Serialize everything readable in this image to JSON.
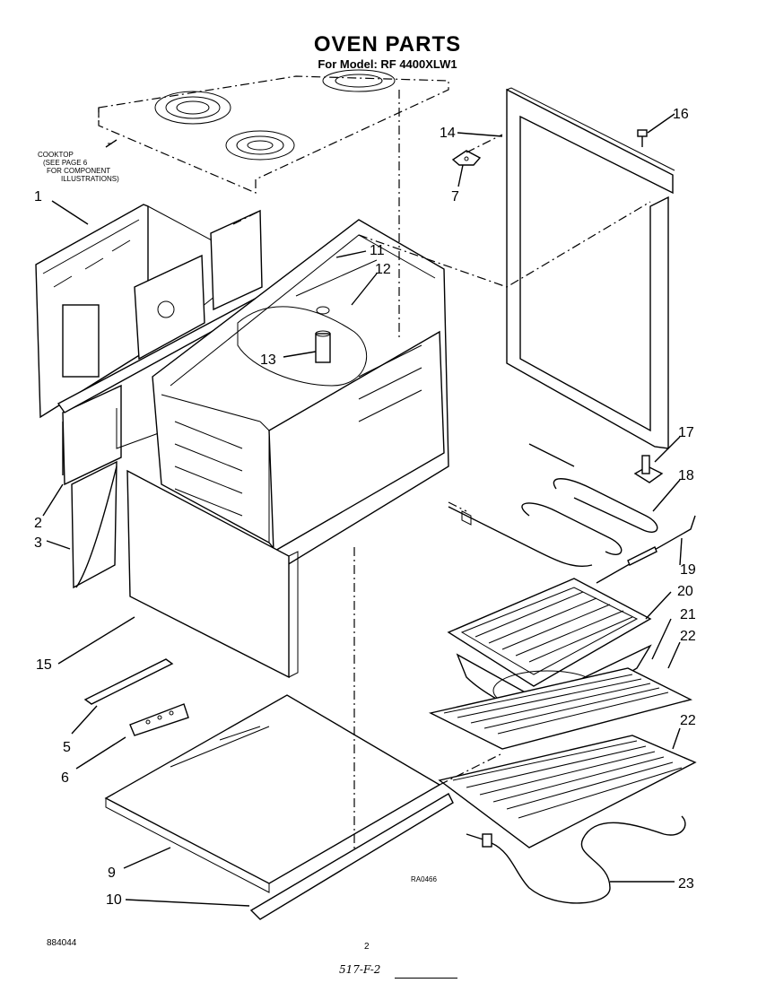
{
  "header": {
    "title": "OVEN PARTS",
    "model_line": "For Model: RF 4400XLW1"
  },
  "cooktop_note": {
    "lines": [
      "COOKTOP",
      "(SEE PAGE 6",
      "FOR COMPONENT",
      "ILLUSTRATIONS)"
    ]
  },
  "callouts": [
    "1",
    "2",
    "3",
    "5",
    "6",
    "7",
    "9",
    "10",
    "11",
    "12",
    "13",
    "14",
    "15",
    "16",
    "17",
    "18",
    "19",
    "20",
    "21",
    "22",
    "22",
    "23"
  ],
  "image_ref": "RA0466",
  "footer": {
    "doc_number": "884044",
    "page_number": "2",
    "handwritten": "517-F-2"
  }
}
